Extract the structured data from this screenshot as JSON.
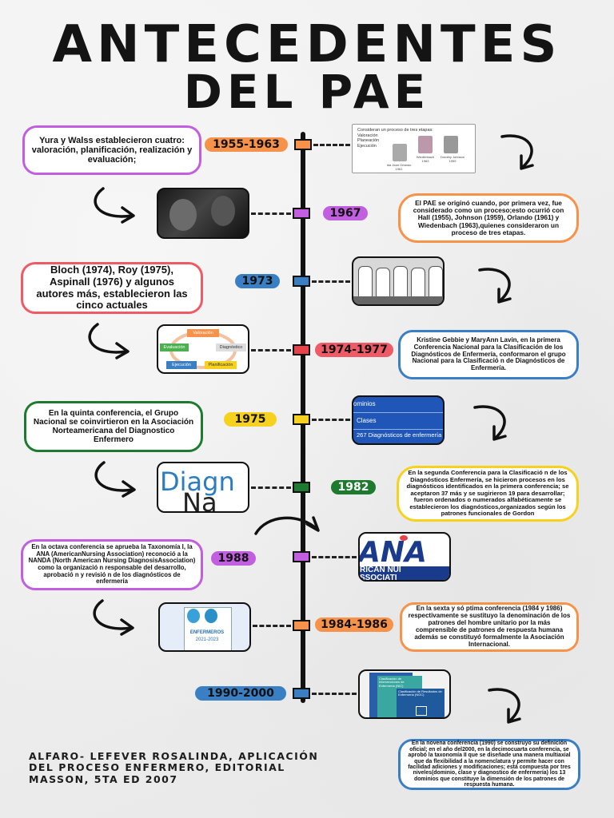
{
  "title": {
    "line1": "ANTECEDENTES",
    "line2": "DEL PAE"
  },
  "events": [
    {
      "year": "1955-1963",
      "text": "Yura y Walss establecieron cuatro: valoración, planificación, realización y evaluación;"
    },
    {
      "year": "1967",
      "text": "El PAE se originó cuando, por primera vez, fue considerado como un proceso;esto ocurrió con Hall (1955), Johnson (1959), Orlando (1961) y Wiedenbach (1963),quienes consideraron un proceso de tres etapas."
    },
    {
      "year": "1973",
      "text": "Bloch (1974), Roy (1975), Aspinall (1976) y algunos autores más, establecieron las cinco actuales"
    },
    {
      "year": "1974-1977",
      "text": "Kristine Gebbie y MaryAnn Lavin, en la primera Conferencia Nacional para la Clasificación de los Diagnósticos de Enfermería, conformaron el grupo Nacional para la Clasificació n de Diagnósticos de Enfermería."
    },
    {
      "year": "1975",
      "text": "En la quinta conferencia, el Grupo Nacional se coinvirtieron en la Asociación Norteamericana del Diagnostico Enfermero"
    },
    {
      "year": "1982",
      "text": "En la segunda Conferencia para la Clasificació n de los Diagnósticos Enfermería, se hicieron procesos en los diagnósticos identificados en la primera conferencia; se aceptaron 37 más y se sugirieron 19 para desarrollar; fueron ordenados o numerados alfabéticamente se establecieron los diagnósticos,organizados según los patrones funcionales de Gordon"
    },
    {
      "year": "1988",
      "text": "En la octava conferencia se aprueba la Taxonomía I, la ANA (AmericanNursing Association) reconoció a la NANDA (North American Nursing DiagnosisAssociation) como la organizació n responsable del desarrollo, aprobació n y revisió n de los diagnósticos de enfermería"
    },
    {
      "year": "1984-1986",
      "text": "En la sexta y só ptima conferencia (1984 y 1986) respectivamente se sustituyo la denominación de los patrones del hombre unitario por la más comprensible de patrones de respuesta humana además se constituyó formalmente la Asociación Internacional."
    },
    {
      "year": "1990-2000",
      "text": "En la novena conferencia (1990) se construyo su definición oficial; en el año del2000, en la decimocuarta conferencia, se aprobó la taxonomía II que se diseñade una manera multiaxial que da flexibilidad a la nomenclatura y permite hacer con facilidad adiciones y modificaciones; está compuesta por tres niveles(dominio, clase y diagnostico de enfermería) los 13 dominios que constituye la dimensión de los patrones de respuesta humana."
    }
  ],
  "images": {
    "slide1": {
      "bullets": [
        "Consideran un proceso de tres etapas:",
        "Valoración",
        "Planeación",
        "Ejecución"
      ],
      "names": [
        "Ida Jean Orlando 1961",
        "Wiedenbach 1963",
        "Dorothy Johnson 1959"
      ]
    },
    "cycle": {
      "steps": [
        "Valoración",
        "Diagnóstico",
        "Planificación",
        "Ejecución",
        "Evaluación"
      ]
    },
    "nanda_levels": [
      "ominios",
      "Clases",
      "267 Diagnósticos de enfermería"
    ],
    "diag_word": {
      "line1": "Diagn",
      "line2": "Na"
    },
    "ana_logo": {
      "big": "ANA",
      "sub1": "RICAN NUI",
      "sub2": "SSOCIATI"
    },
    "book": {
      "title": "ENFERMEROS",
      "years": "2021-2023"
    },
    "covers": {
      "c1": "Clasificación de Intervenciones de Enfermería (NIC)",
      "c2": "Clasificación de Resultados de Enfermería (NOC)"
    }
  },
  "footer": "ALFARO- LEFEVER ROSALINDA, APLICACIÓN DEL PROCESO ENFERMERO, EDITORIAL MASSON, 5TA ED 2007",
  "colors": {
    "orange": "#f7924a",
    "purple": "#c25ee0",
    "blue": "#3a7ec4",
    "red": "#e8434b",
    "yellow": "#f6d21f",
    "green": "#1d7a2e",
    "pink": "#ee5a66",
    "axis": "#111111"
  }
}
